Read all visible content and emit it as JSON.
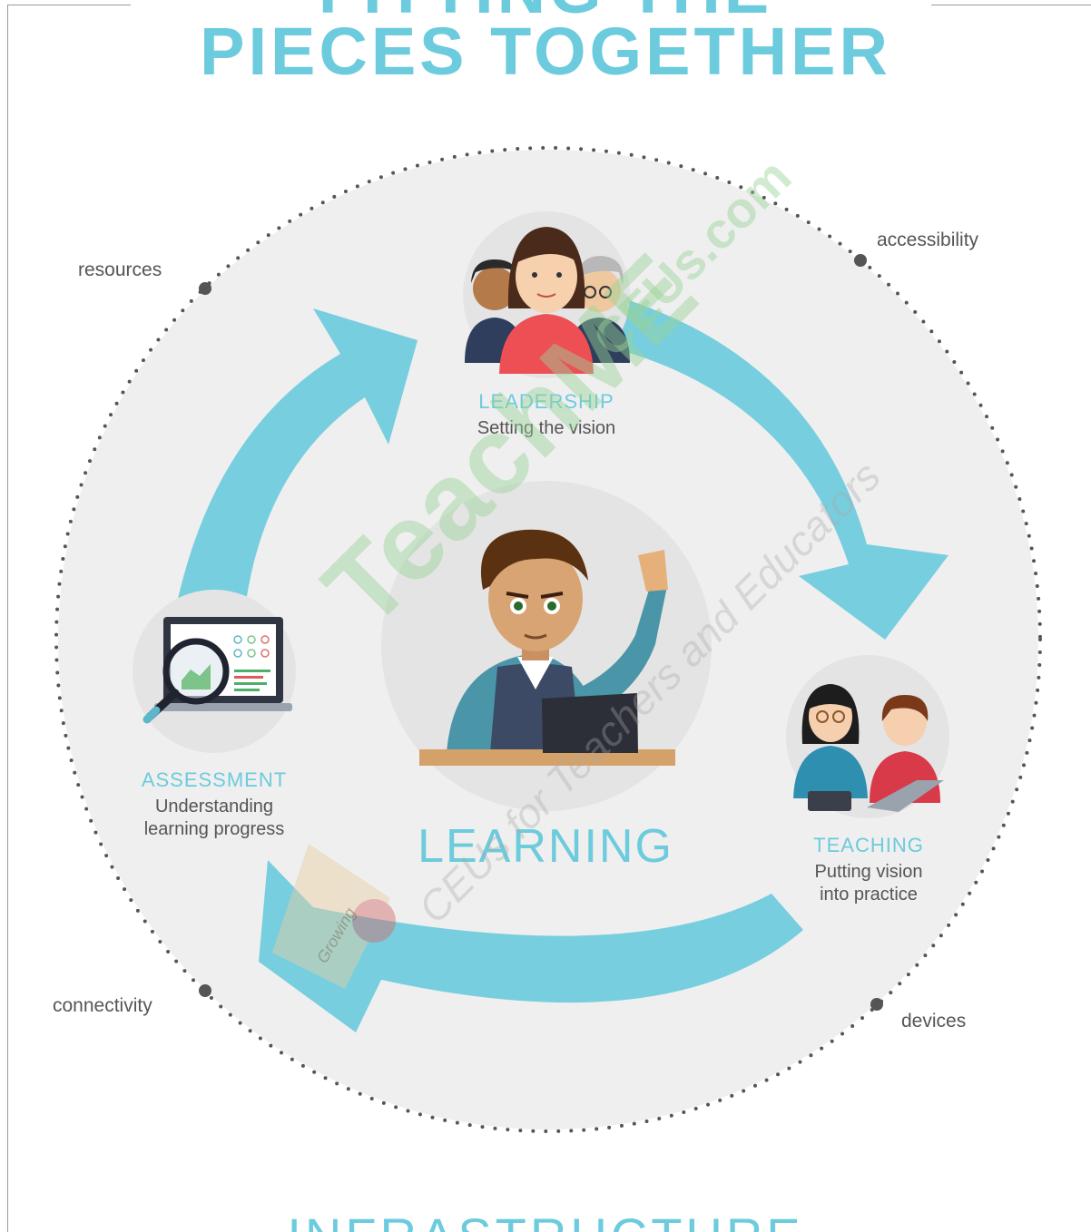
{
  "title": {
    "line1": "FITTING THE",
    "line2": "PIECES TOGETHER"
  },
  "center": {
    "label": "LEARNING"
  },
  "nodes": {
    "leadership": {
      "heading": "LEADERSHIP",
      "sub": "Setting the vision"
    },
    "teaching": {
      "heading": "TEACHING",
      "sub1": "Putting vision",
      "sub2": "into practice"
    },
    "assessment": {
      "heading": "ASSESSMENT",
      "sub1": "Understanding",
      "sub2": "learning progress"
    }
  },
  "corners": {
    "top_left": "resources",
    "top_right": "accessibility",
    "bottom_left": "connectivity",
    "bottom_right": "devices"
  },
  "bottom_title": "INFRASTRUCTURE",
  "watermark": {
    "brand": "TeachME",
    "domain": "CEUs.com",
    "tagline": "CEUs for Teachers and Educators",
    "book_label": "Growing"
  },
  "colors": {
    "accent": "#6ccbdd",
    "arrow": "#77cedf",
    "circle_bg": "#efefef",
    "node_bg": "#e4e4e4",
    "text": "#555555"
  }
}
